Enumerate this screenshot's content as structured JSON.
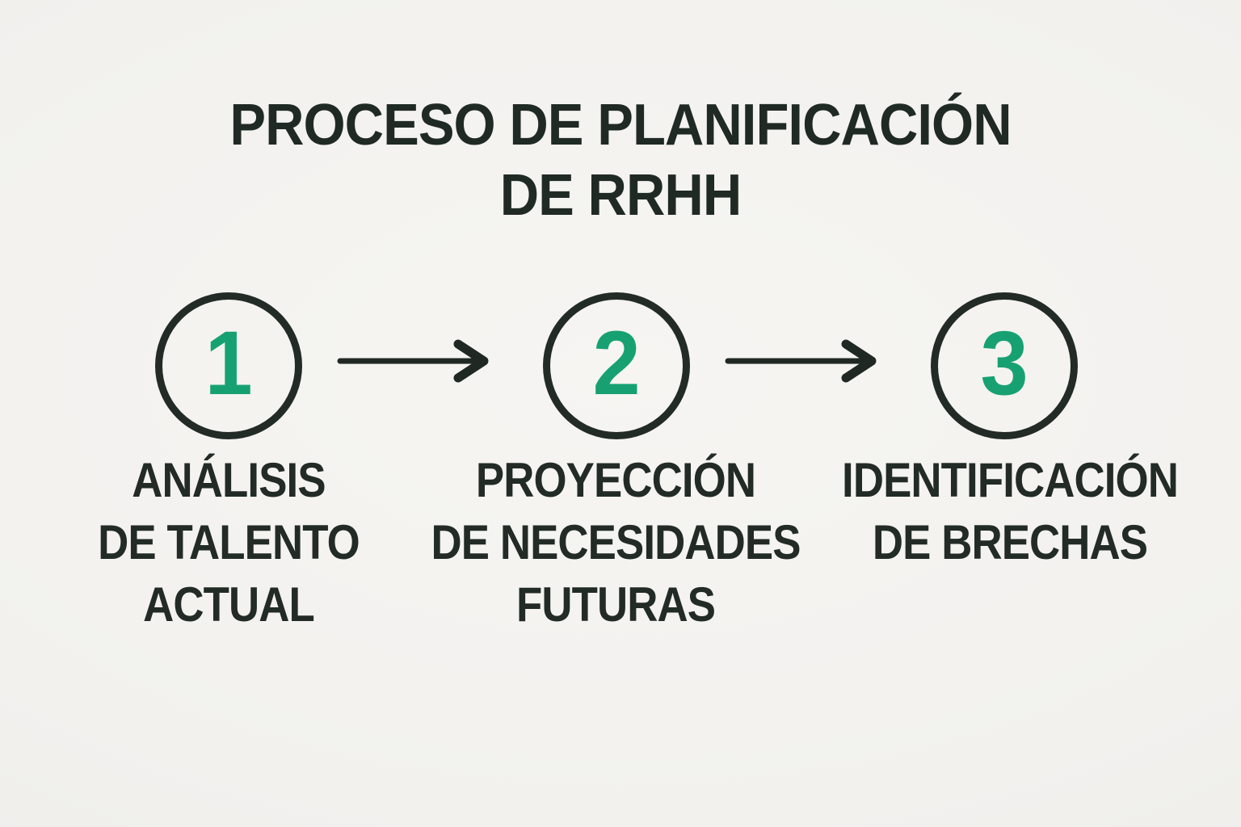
{
  "title": {
    "line1": "PROCESO DE PLANIFICACIÓN",
    "line2": "DE RRHH"
  },
  "steps": [
    {
      "number": "1",
      "label_lines": [
        "ANÁLISIS",
        "DE TALENTO",
        "ACTUAL"
      ]
    },
    {
      "number": "2",
      "label_lines": [
        "PROYECCIÓN",
        "DE NECESIDADES",
        "FUTURAS"
      ]
    },
    {
      "number": "3",
      "label_lines": [
        "IDENTIFICACIÓN",
        "DE BRECHAS"
      ]
    }
  ],
  "icons": {
    "arrow_1": "arrow-right-icon",
    "arrow_2": "arrow-right-icon"
  },
  "colors": {
    "accent_green": "#17A173",
    "ink": "#202A25",
    "background": "#F2F1EE"
  }
}
